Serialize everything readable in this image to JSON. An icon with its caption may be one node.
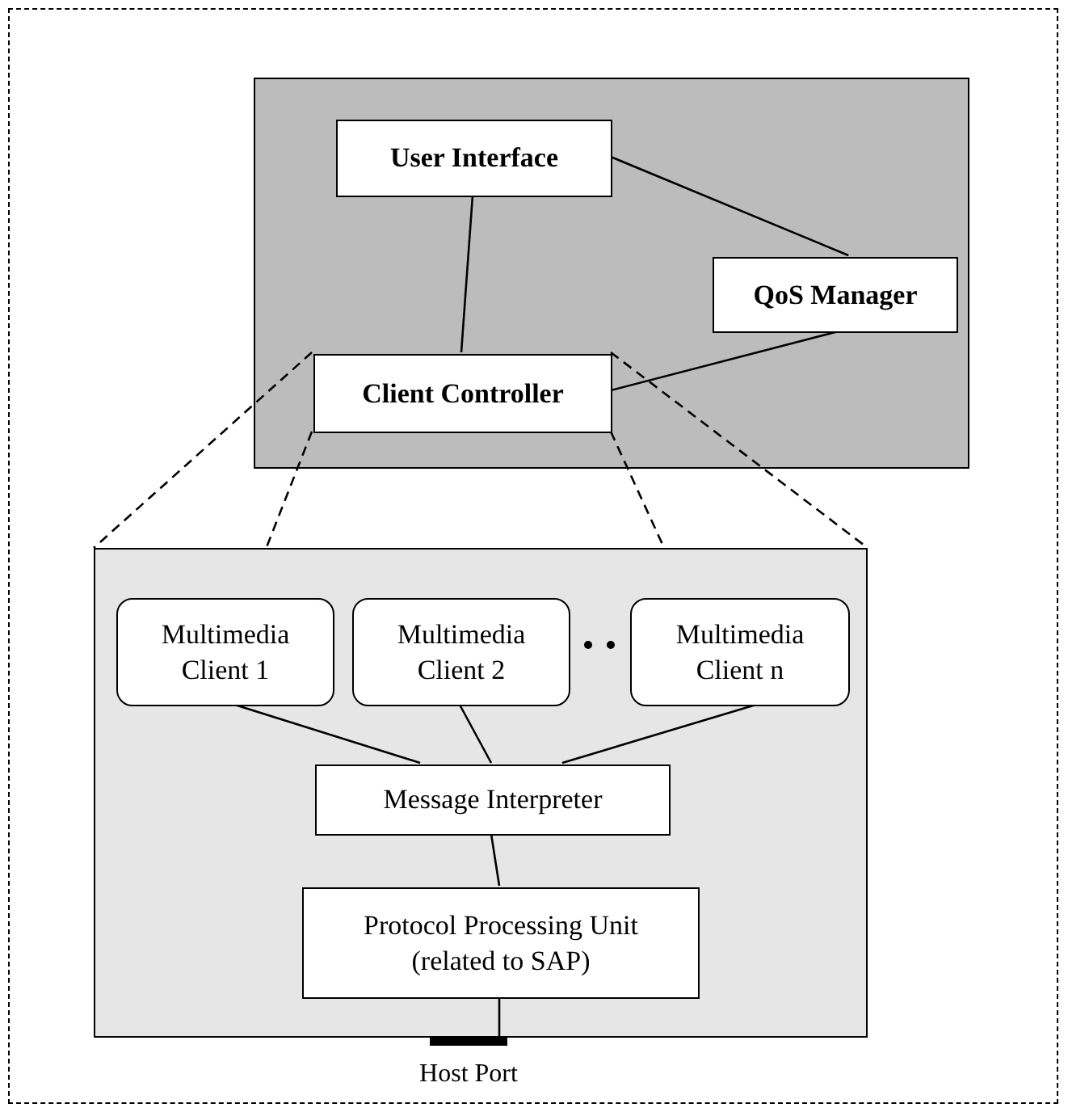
{
  "diagram": {
    "nodes": [
      {
        "text": [],
        "shape": "box"
      },
      {
        "text": [
          "User Interface"
        ],
        "in": 0
      },
      {
        "text": [
          "QoS Manager"
        ],
        "in": 0
      },
      {
        "text": [
          "Client Controller"
        ],
        "in": 0
      },
      {
        "text": [],
        "shape": "box"
      },
      {
        "text": [
          "Multimedia Client 1"
        ],
        "in": 4
      },
      {
        "text": [
          "Multimedia Client 2"
        ],
        "in": 4
      },
      {
        "text": [
          "Multimedia Client n"
        ],
        "in": 4
      },
      {
        "text": [
          "Message Interpreter"
        ],
        "in": 4
      },
      {
        "text": [
          "Protocol Processing Unit (related to SAP)"
        ],
        "in": 4
      },
      {
        "text": [
          "Host Port"
        ]
      }
    ],
    "edges": [
      {
        "from": 1,
        "to": 3,
        "arrow": "none"
      },
      {
        "from": 1,
        "to": 2,
        "arrow": "none"
      },
      {
        "from": 3,
        "to": 2,
        "arrow": "none"
      },
      {
        "from": 5,
        "to": 8,
        "arrow": "none"
      },
      {
        "from": 6,
        "to": 8,
        "arrow": "none"
      },
      {
        "from": 7,
        "to": 8,
        "arrow": "none"
      },
      {
        "from": 8,
        "to": 9,
        "arrow": "none"
      },
      {
        "from": 9,
        "to": 10,
        "arrow": "none"
      },
      {
        "from": 3,
        "to": 4,
        "arrow": "none",
        "style": "dashed"
      },
      {
        "from": 3,
        "to": 4,
        "arrow": "none",
        "style": "dashed"
      },
      {
        "from": 3,
        "to": 4,
        "arrow": "none",
        "style": "dashed"
      },
      {
        "from": 3,
        "to": 4,
        "arrow": "none",
        "style": "dashed"
      }
    ]
  }
}
